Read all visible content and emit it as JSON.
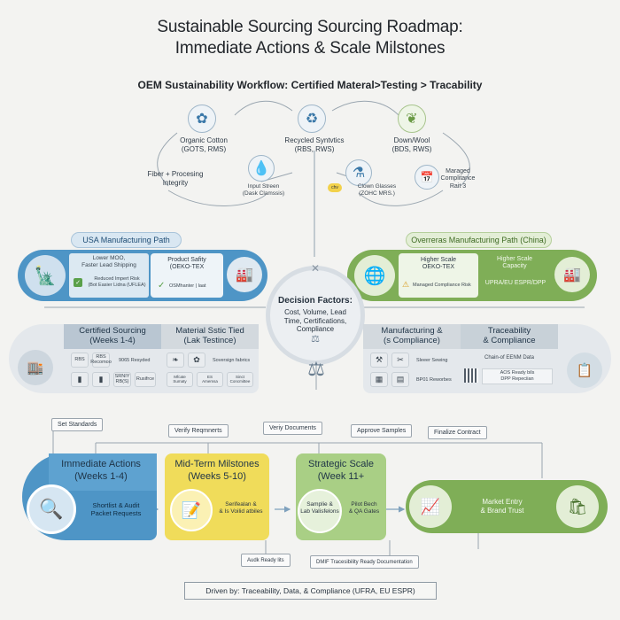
{
  "header": {
    "title_line1": "Sustainable Sourcing Sourcing Roadmap:",
    "title_line2": "Immediate Actions & Scale Milstones",
    "workflow": "OEM Sustainability Workflow: Certified Materal>Testing > Tracability"
  },
  "materials": {
    "cotton": "Organic Cotton\n(GOTS, RMS)",
    "recycled": "Recycled Syntvtics\n(RBS, RWS)",
    "down": "Down/Wool\n(BDS, RWS)",
    "fiber": "Fiber + Procesing\nIntegrity",
    "input": "Input Streen\n(Dask Clamssis)",
    "clown": "Clown Glasses\n(ZOHC MRS.)",
    "managed": "Maraged\nComplitance\nRait 3",
    "chem_badge": "chv"
  },
  "usa": {
    "label": "USA Manufacturing Path",
    "lower": "Lower MOO,\nFaster Lead Shipping",
    "product": "Product Safity\n(OEKO-TEX",
    "reduced": "Reduced Impert Risk\n(Bot Easier Lidna (UFLEA)",
    "osm": "OSMhanter | laat",
    "colors": {
      "main": "#4e95c6",
      "light": "#dce9f2"
    }
  },
  "overseas": {
    "label": "Overreras Manufacturing Path (China)",
    "higher": "Higher Scale\nOEKO-TEX",
    "managed": "Managed Compliance Risk",
    "capacity": "Higher Scale\nCapacity",
    "upra": "UPRA/EU ESPR/DPP",
    "colors": {
      "main": "#7fae57",
      "light": "#e4efd9"
    }
  },
  "decision": {
    "title": "Decision Factors:",
    "body": "Cost, Volume, Lead\nTime, Certifications,\nCompliance"
  },
  "certified": {
    "head1": "Certified Sourcing\n(Weeks 1-4)",
    "head2": "Material Sstic Tied\n(Lak Testince)",
    "tiles": [
      "RBS",
      "RBS\nRecomoo",
      "",
      "",
      "SRNIY\nRB(S)",
      "Rusifrce"
    ],
    "recycled": "9065 Resyded",
    "sovereign": "Soversign fabrics",
    "mats": [
      "Mfcate\nSumaty",
      "ES\nAmemsa",
      "Sinct\nConcmittee"
    ]
  },
  "manufacturing": {
    "head1": "Manufacturing &\n(s Compliance)",
    "head2": "Traceability\n& Compliance",
    "sewer": "Sleeer Sewing",
    "bpo": "BP01 Reworbes",
    "chain": "Chain-of EENM Data",
    "aos": "AOS Ready bils\nDPP Repeciian"
  },
  "callouts": {
    "set": "Set Standards",
    "verify_req": "Verify Reqmnerts",
    "verify_doc": "Veriy Documents",
    "approve": "Approve Samples",
    "finalize": "Finalize Contract",
    "audit": "Audk Ready lits",
    "dmr": "DMIF Tracesibility Ready Documentation"
  },
  "stages": {
    "immediate": {
      "head": "Immediate Actions\n(Weeks 1-4)",
      "sub": "Shortlist & Audit\nPacket Requests"
    },
    "mid": {
      "head": "Mid-Term Milstones\n(Weeks 5-10)",
      "sub": "Serifealan &\n& Is Voilid atbiles"
    },
    "strategic": {
      "head": "Strategic Scale\n(Week 11+",
      "sub1": "Samplie &\nLab Valisfelons",
      "sub2": "Pilot Bech\n& QA Gates"
    },
    "market": {
      "sub": "Market Entry\n& Brand Trust"
    }
  },
  "footer": "Driven by: Traceability, Data, & Compliance (UFRA, EU ESPR)",
  "icons": [
    "cotton-boll-icon",
    "recycle-icon",
    "feather-icon",
    "water-drop-icon",
    "flask-icon",
    "calendar-icon",
    "statue-of-liberty-icon",
    "factory-icon",
    "checkmark-icon",
    "globe-icon",
    "warning-icon",
    "scales-icon",
    "search-icon",
    "checklist-icon",
    "growth-chart-icon",
    "shopping-bag-icon",
    "qr-code-icon"
  ]
}
